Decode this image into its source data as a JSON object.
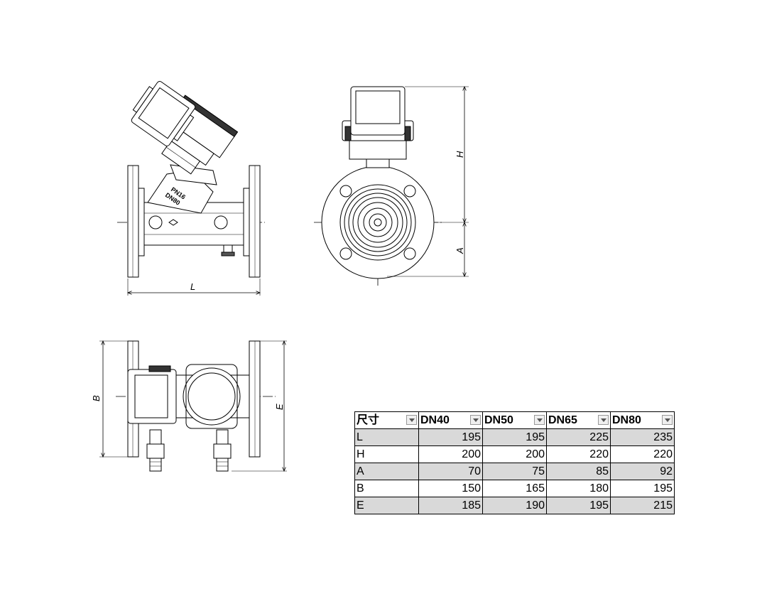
{
  "dimension_labels": {
    "L": "L",
    "H": "H",
    "A": "A",
    "B": "B",
    "E": "E"
  },
  "nameplate": {
    "pressure": "PN16",
    "size": "DN80"
  },
  "table": {
    "headers": [
      "尺寸",
      "DN40",
      "DN50",
      "DN65",
      "DN80"
    ],
    "rows": [
      {
        "label": "L",
        "values": [
          "195",
          "195",
          "225",
          "235"
        ]
      },
      {
        "label": "H",
        "values": [
          "200",
          "200",
          "220",
          "220"
        ]
      },
      {
        "label": "A",
        "values": [
          "70",
          "75",
          "85",
          "92"
        ]
      },
      {
        "label": "B",
        "values": [
          "150",
          "165",
          "180",
          "195"
        ]
      },
      {
        "label": "E",
        "values": [
          "185",
          "190",
          "195",
          "215"
        ]
      }
    ]
  }
}
